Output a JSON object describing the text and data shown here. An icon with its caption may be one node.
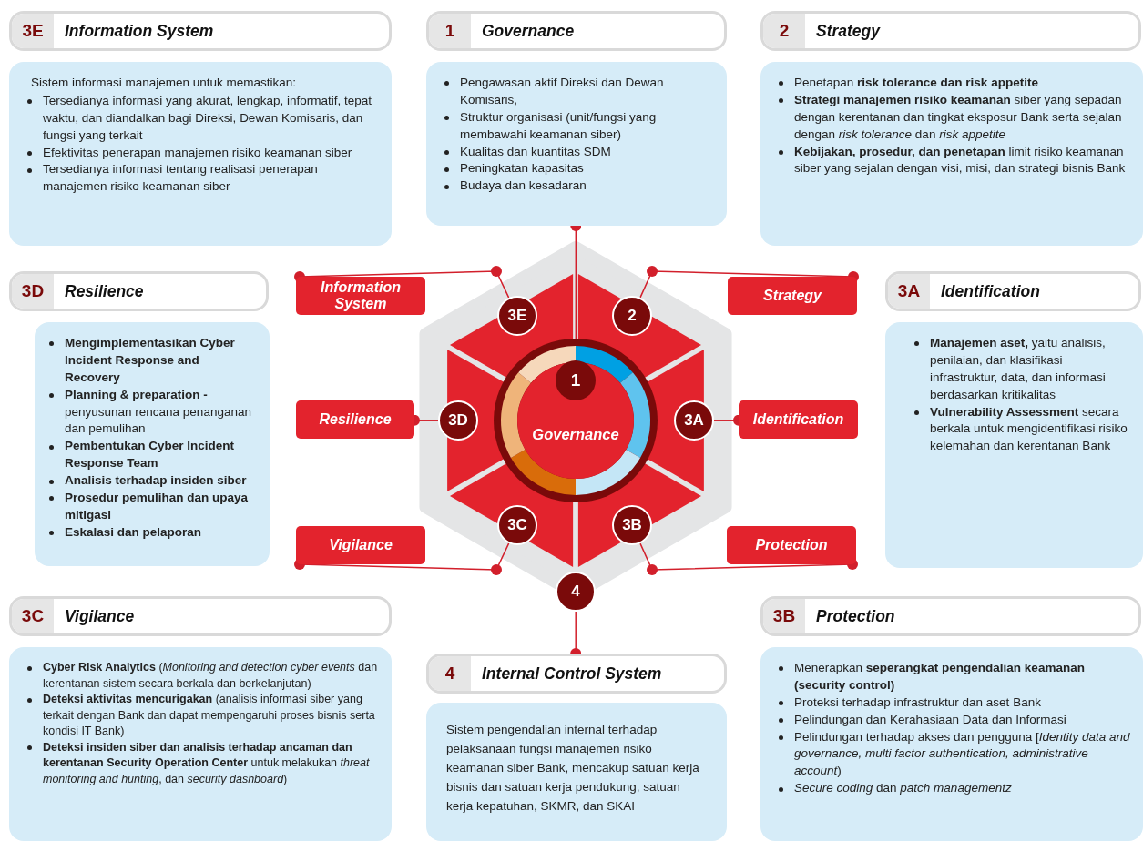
{
  "diagram": {
    "nodes": [
      {
        "text": [
          "3E",
          "Information System"
        ]
      },
      {
        "text": [
          "1",
          "Governance"
        ]
      },
      {
        "text": [
          "2",
          "Strategy"
        ]
      },
      {
        "text": [
          "Sistem informasi manajemen untuk memastikan:",
          "Tersedianya informasi yang akurat, lengkap, informatif, tepat waktu, dan diandalkan bagi Direksi, Dewan Komisaris, dan fungsi yang terkait",
          "Efektivitas penerapan manajemen risiko keamanan siber",
          "Tersedianya informasi tentang realisasi penerapan manajemen risiko keamanan siber"
        ]
      },
      {
        "text": [
          "Pengawasan aktif Direksi dan Dewan Komisaris,",
          "Struktur organisasi (unit/fungsi yang membawahi keamanan siber)",
          "Kualitas dan kuantitas SDM",
          "Peningkatan kapasitas",
          "Budaya dan kesadaran"
        ]
      },
      {
        "text": [
          "Penetapan **risk tolerance dan risk appetite**",
          "**Strategi manajemen risiko keamanan** siber yang sepadan dengan kerentanan dan tingkat eksposur Bank serta sejalan dengan *risk tolerance* dan *risk appetite*",
          "**Kebijakan, prosedur, dan penetapan** limit risiko keamanan siber yang sejalan dengan visi, misi, dan strategi bisnis Bank"
        ]
      },
      {
        "text": [
          "3D",
          "Resilience"
        ]
      },
      {
        "text": [
          "3A",
          "Identification"
        ]
      },
      {
        "text": [
          "Information System"
        ]
      },
      {
        "text": [
          "3E"
        ]
      },
      {
        "text": [
          "2"
        ]
      },
      {
        "text": [
          "Strategy"
        ]
      },
      {
        "text": [
          "**Mengimplementasikan Cyber Incident Response and Recovery**",
          "**Planning & preparation -** penyusunan rencana penanganan dan pemulihan",
          "**Pembentukan Cyber Incident Response Team**",
          "**Analisis terhadap insiden siber**",
          "**Prosedur pemulihan dan upaya mitigasi**",
          "**Eskalasi dan pelaporan**"
        ]
      },
      {
        "text": [
          "**Manajemen aset,** yaitu analisis, penilaian, dan klasifikasi infrastruktur, data, dan informasi berdasarkan kritikalitas",
          "**Vulnerability Assessment** secara berkala untuk mengidentifikasi risiko kelemahan dan kerentanan Bank"
        ]
      },
      {
        "text": [
          "1",
          "Governance"
        ]
      },
      {
        "text": [
          "Resilience"
        ]
      },
      {
        "text": [
          "3D"
        ]
      },
      {
        "text": [
          "3A"
        ]
      },
      {
        "text": [
          "Identification"
        ]
      },
      {
        "text": [
          "Vigilance"
        ]
      },
      {
        "text": [
          "3C"
        ]
      },
      {
        "text": [
          "3B"
        ]
      },
      {
        "text": [
          "Protection"
        ]
      },
      {
        "text": [
          "4"
        ]
      },
      {
        "text": [
          "3C",
          "Vigilance"
        ]
      },
      {
        "text": [
          "3B",
          "Protection"
        ]
      },
      {
        "text": [
          "4",
          "Internal Control System"
        ]
      },
      {
        "text": [
          "**Cyber Risk Analytics** (*Monitoring and detection cyber events* dan kerentanan sistem secara berkala dan berkelanjutan)",
          "**Deteksi aktivitas mencurigakan** (analisis informasi siber yang terkait dengan Bank dan dapat mempengaruhi proses bisnis serta kondisi IT Bank)",
          "**Deteksi insiden siber dan analisis terhadap ancaman dan kerentanan Security Operation Center** untuk melakukan *threat monitoring and hunting*, dan *security dashboard*)"
        ]
      },
      {
        "text": [
          "Sistem pengendalian internal terhadap pelaksanaan fungsi manajemen risiko keamanan siber Bank, mencakup satuan kerja bisnis dan satuan kerja pendukung, satuan kerja kepatuhan, SKMR, dan SKAI"
        ]
      },
      {
        "text": [
          "Menerapkan **seperangkat pengendalian keamanan (security control)**",
          "Proteksi terhadap infrastruktur dan aset Bank",
          "Pelindungan dan Kerahasiaan Data dan Informasi",
          "Pelindungan terhadap akses dan pengguna [*Identity data and governance, multi factor authentication, administrative account*)",
          "*Secure coding* dan *patch managementz*"
        ]
      }
    ],
    "edges": [
      {
        "from": 14,
        "to": 4,
        "arrow": "other"
      },
      {
        "from": 9,
        "to": 8,
        "arrow": "other"
      },
      {
        "from": 10,
        "to": 11,
        "arrow": "other"
      },
      {
        "from": 16,
        "to": 15,
        "arrow": "other"
      },
      {
        "from": 17,
        "to": 18,
        "arrow": "other"
      },
      {
        "from": 20,
        "to": 19,
        "arrow": "other"
      },
      {
        "from": 21,
        "to": 22,
        "arrow": "other"
      },
      {
        "from": 23,
        "to": 26,
        "arrow": "other"
      }
    ]
  }
}
